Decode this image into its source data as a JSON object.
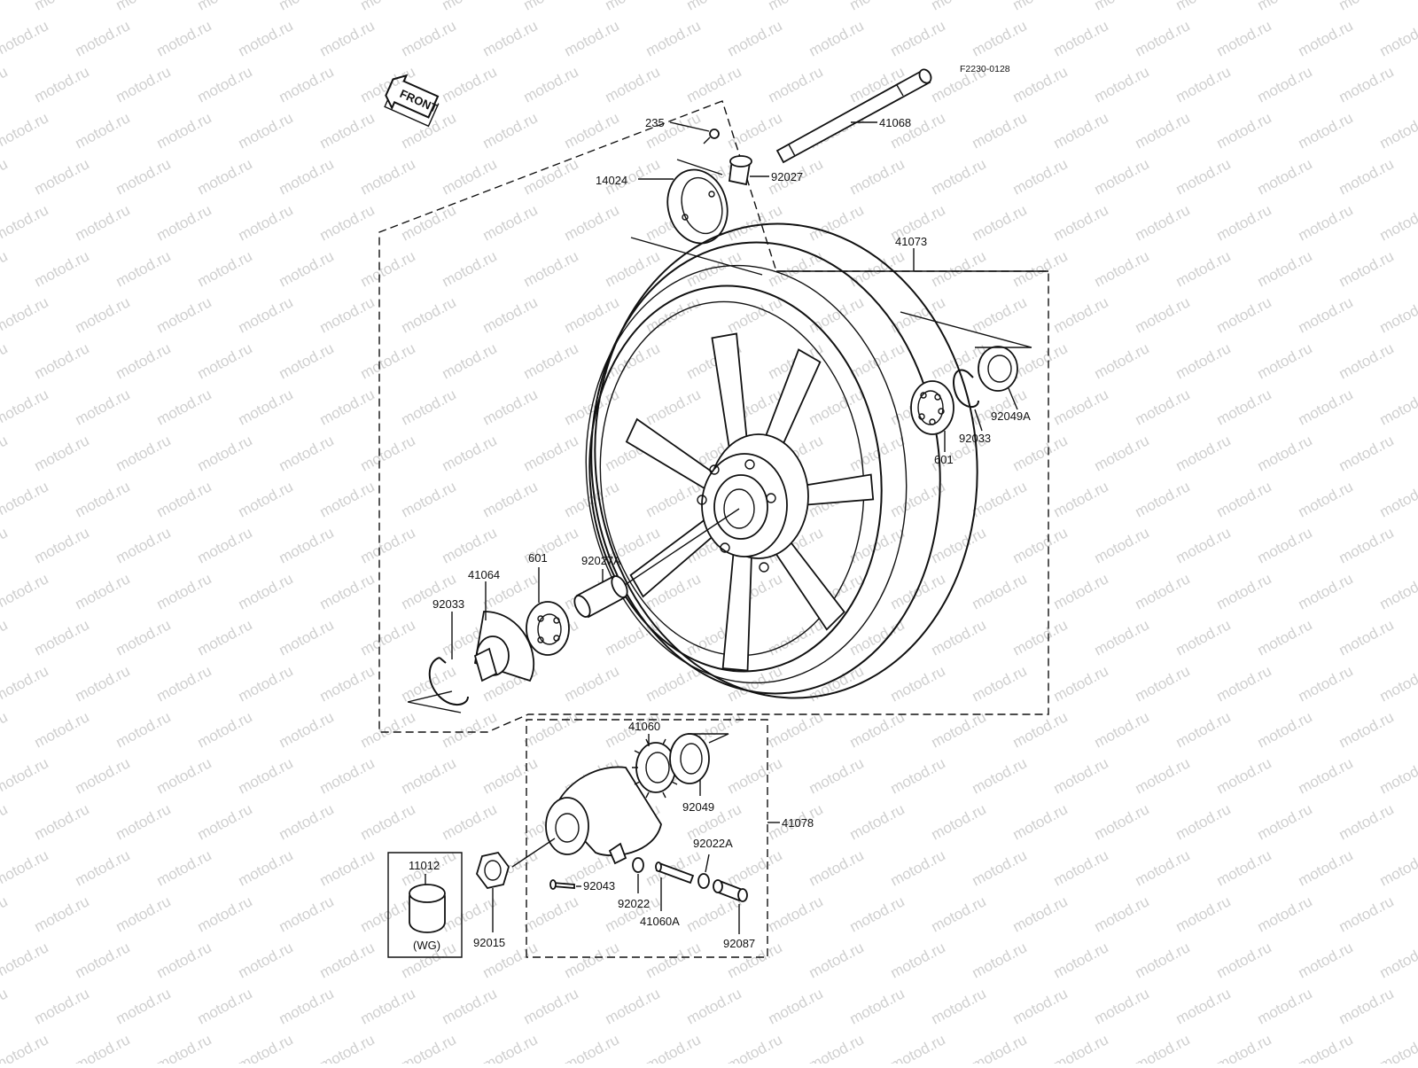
{
  "figure_code": "F2230-0128",
  "front_label": "FRONT",
  "watermark": "motod.ru",
  "parts": {
    "p235": "235",
    "p41068": "41068",
    "p92027": "92027",
    "p14024": "14024",
    "p41073": "41073",
    "p92049A": "92049A",
    "p92033_right": "92033",
    "p601_right": "601",
    "p92027A": "92027A",
    "p601_left": "601",
    "p41064": "41064",
    "p92033_left": "92033",
    "p41060": "41060",
    "p92049": "92049",
    "p41078": "41078",
    "p92022A": "92022A",
    "p92043": "92043",
    "p92022": "92022",
    "p41060A": "41060A",
    "p92087": "92087",
    "p11012": "11012",
    "p92015": "92015"
  },
  "wg_label": "(WG)"
}
